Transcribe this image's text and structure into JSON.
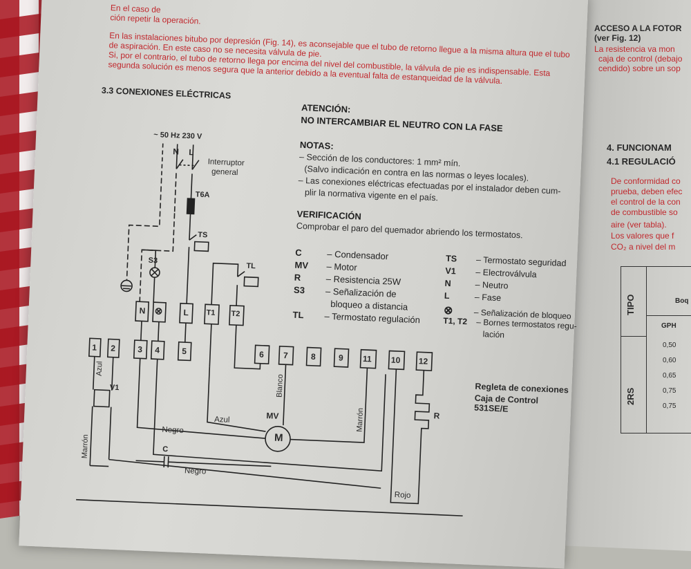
{
  "top_text": {
    "line1": "En el caso de",
    "line2": "ción repetir la operación.",
    "para": [
      "En las instalaciones bitubo por depresión (Fig. 14), es aconsejable que el tubo de retorno llegue a la misma altura que el tubo",
      "de aspiración. En este caso no se necesita válvula de pie.",
      "Si, por el contrario, el tubo de retorno llega por encima del nivel del combustible, la válvula de pie es indispensable. Esta",
      "segunda solución es menos segura que la anterior debido a la eventual falta de estanqueidad de la válvula."
    ]
  },
  "section_title": "3.3 CONEXIONES ELÉCTRICAS",
  "attention": {
    "title": "ATENCIÓN:",
    "text": "NO INTERCAMBIAR EL NEUTRO CON LA FASE"
  },
  "notes": {
    "title": "NOTAS:",
    "lines": [
      "– Sección de los conductores: 1 mm² mín.",
      "(Salvo indicación en contra en las normas o leyes locales).",
      "– Las conexiones eléctricas efectuadas por el instalador deben cum-",
      "plir la normativa vigente en el país."
    ]
  },
  "verification": {
    "title": "VERIFICACIÓN",
    "text": "Comprobar el paro del quemador abriendo los termostatos."
  },
  "legend_left": [
    {
      "code": "C",
      "desc": "– Condensador"
    },
    {
      "code": "MV",
      "desc": "– Motor"
    },
    {
      "code": "R",
      "desc": "– Resistencia 25W"
    },
    {
      "code": "S3",
      "desc": "– Señalización de"
    },
    {
      "code": "",
      "desc": "bloqueo a distancia"
    },
    {
      "code": "TL",
      "desc": "– Termostato regulación"
    }
  ],
  "legend_right": [
    {
      "code": "TS",
      "desc": "– Termostato seguridad"
    },
    {
      "code": "V1",
      "desc": "– Electroválvula"
    },
    {
      "code": "N",
      "desc": "– Neutro"
    },
    {
      "code": "L",
      "desc": "– Fase"
    },
    {
      "code": "⊗",
      "desc": "– Señalización de bloqueo"
    },
    {
      "code": "T1, T2",
      "desc": "– Bornes termostatos regu-"
    },
    {
      "code": "",
      "desc": "lación"
    }
  ],
  "terminal_caption": [
    "Regleta de conexiones",
    "Caja de Control 531SE/E"
  ],
  "diagram": {
    "supply": "~ 50 Hz   230 V",
    "n_label": "N",
    "l_label": "L",
    "switch_label": [
      "Interruptor",
      "general"
    ],
    "fuse": "T6A",
    "ts": "TS",
    "tl": "TL",
    "s3": "S3",
    "upper_terminals": [
      "N",
      "⊗",
      "L",
      "T1",
      "T2"
    ],
    "lower_terminals": [
      "1",
      "2",
      "3",
      "4",
      "5",
      "6",
      "7",
      "8",
      "9",
      "11",
      "10",
      "12"
    ],
    "wire_labels": {
      "azul_v": "Azul",
      "v1": "V1",
      "marron_v": "Marrón",
      "negro1": "Negro",
      "azul_h": "Azul",
      "blanco": "Blanco",
      "mv": "MV",
      "marron2": "Marrón",
      "c": "C",
      "negro2": "Negro",
      "rojo": "Rojo",
      "r": "R",
      "motor": "M"
    }
  },
  "right_page": {
    "title": "ACCESO A LA FOTOR",
    "subtitle": "(ver Fig. 12)",
    "lines": [
      "La resistencia va mon",
      "caja de control (debajo",
      "cendido) sobre un sop"
    ],
    "section4": "4.  FUNCIONAM",
    "section41": "4.1  REGULACIÓ",
    "para": [
      "De conformidad co",
      "prueba, deben efec",
      "el control de la con",
      "de combustible so",
      "aire (ver tabla).",
      "Los valores que f",
      "CO₂ a nivel del m"
    ],
    "table": {
      "tipo": "TIPO",
      "col1": "Boq",
      "gph": "GPH",
      "model": "2RS",
      "values": [
        "0,50",
        "0,60",
        "0,65",
        "0,75",
        "0,75"
      ]
    }
  }
}
